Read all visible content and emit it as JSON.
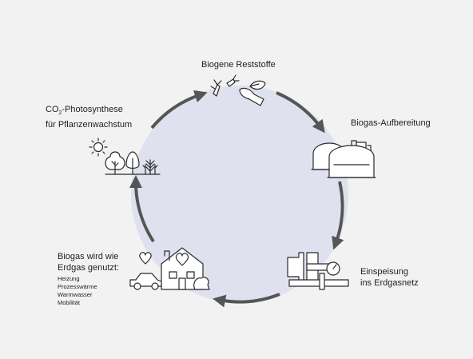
{
  "colors": {
    "background": "#f2f2f2",
    "cycle_fill": "#dfe1ef",
    "arrow": "#555555",
    "text": "#1e1e1e"
  },
  "nodes": {
    "reststoffe": {
      "label": "Biogene Reststoffe",
      "icon": "plant-residue-icon"
    },
    "aufbereitung": {
      "label": "Biogas-Aufbereitung",
      "icon": "gas-tank-icon"
    },
    "einspeisung": {
      "line1": "Einspeisung",
      "line2": "ins Erdgasnetz",
      "icon": "pipeline-gauge-icon"
    },
    "nutzung": {
      "line1": "Biogas wird wie",
      "line2": "Erdgas genutzt:",
      "uses": [
        "Heizung",
        "Prozesswärme",
        "Warmwasser",
        "Mobilität"
      ],
      "icon": "house-car-icon"
    },
    "photosynthese": {
      "line1_pre": "CO",
      "line1_sub": "2",
      "line1_post": "-Photosynthese",
      "line2": "für Pflanzenwachstum",
      "icon": "sun-trees-icon"
    }
  }
}
